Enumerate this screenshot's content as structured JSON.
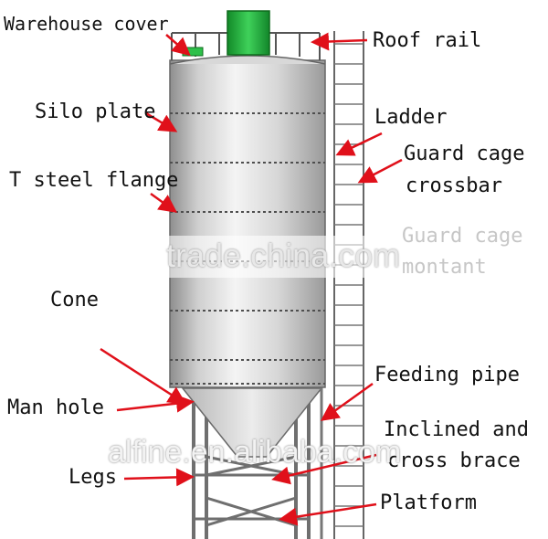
{
  "labels": {
    "warehouse_cover": "Warehouse cover",
    "roof_rail": "Roof rail",
    "silo_plate": "Silo plate",
    "ladder": "Ladder",
    "guard_cage_crossbar_1": "Guard cage",
    "guard_cage_crossbar_2": "crossbar",
    "t_steel_flange": "T steel flange",
    "guard_cage_montant_1": "Guard cage",
    "guard_cage_montant_2": "montant",
    "cone": "Cone",
    "feeding_pipe": "Feeding pipe",
    "man_hole": "Man hole",
    "inclined_1": "Inclined and",
    "inclined_2": "cross brace",
    "legs": "Legs",
    "platform": "Platform"
  },
  "watermarks": {
    "center": "trade.china.com",
    "bottom": "alfine.en.alibaba.com"
  },
  "colors": {
    "arrow": "#e0101a",
    "silo_light": "#f2f2f2",
    "silo_dark": "#a9a9a9",
    "cover_green": "#1fae3a"
  }
}
